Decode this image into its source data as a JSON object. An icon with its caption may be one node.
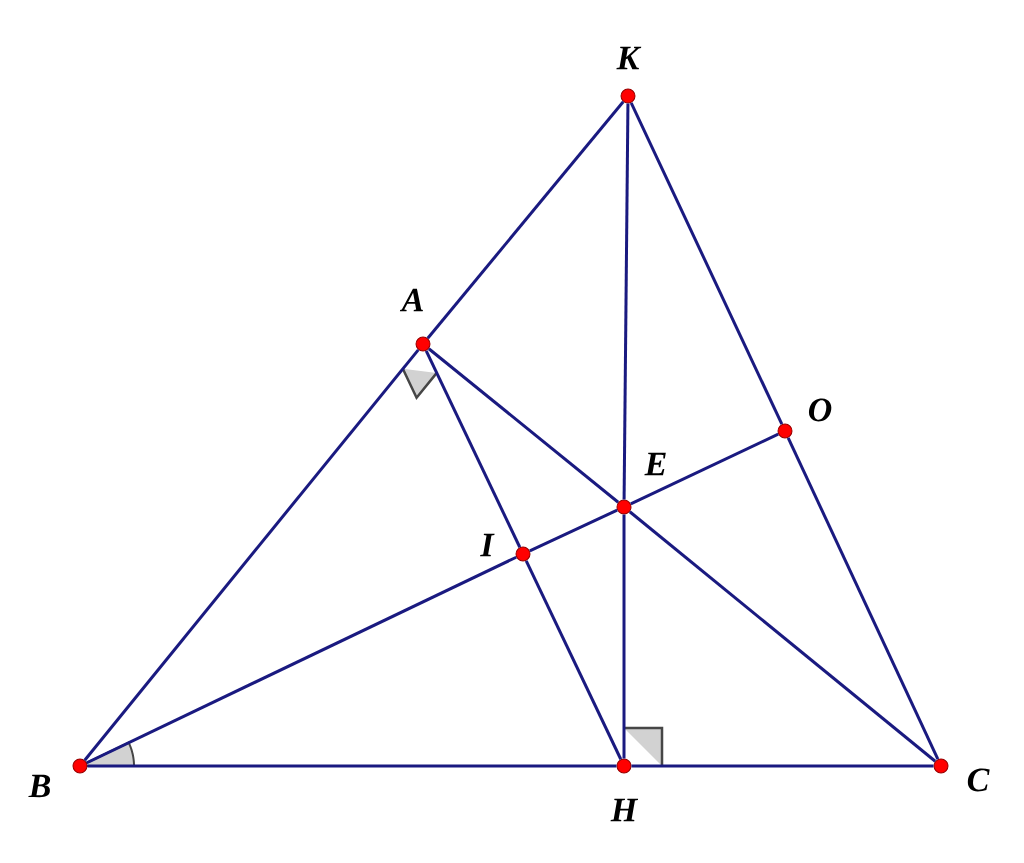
{
  "diagram": {
    "nodes": [
      {
        "text": [
          "K"
        ]
      },
      {
        "text": [
          "A"
        ]
      },
      {
        "text": [
          "O"
        ]
      },
      {
        "text": [
          "E"
        ]
      },
      {
        "text": [
          "I"
        ]
      },
      {
        "text": [
          "B"
        ]
      },
      {
        "text": [
          "H"
        ]
      },
      {
        "text": [
          "C"
        ]
      }
    ],
    "edges": [
      {
        "from": 0,
        "to": 1,
        "arrow": "none"
      },
      {
        "from": 1,
        "to": 5,
        "arrow": "none"
      },
      {
        "from": 0,
        "to": 3,
        "arrow": "none"
      },
      {
        "from": 3,
        "to": 6,
        "arrow": "none"
      },
      {
        "from": 0,
        "to": 2,
        "arrow": "none"
      },
      {
        "from": 2,
        "to": 7,
        "arrow": "none"
      },
      {
        "from": 5,
        "to": 6,
        "arrow": "none"
      },
      {
        "from": 6,
        "to": 7,
        "arrow": "none"
      },
      {
        "from": 1,
        "to": 4,
        "arrow": "none"
      },
      {
        "from": 4,
        "to": 6,
        "arrow": "none"
      },
      {
        "from": 1,
        "to": 3,
        "arrow": "none"
      },
      {
        "from": 3,
        "to": 7,
        "arrow": "none"
      },
      {
        "from": 5,
        "to": 4,
        "arrow": "none"
      },
      {
        "from": 4,
        "to": 3,
        "arrow": "none"
      },
      {
        "from": 3,
        "to": 2,
        "arrow": "none"
      }
    ]
  }
}
